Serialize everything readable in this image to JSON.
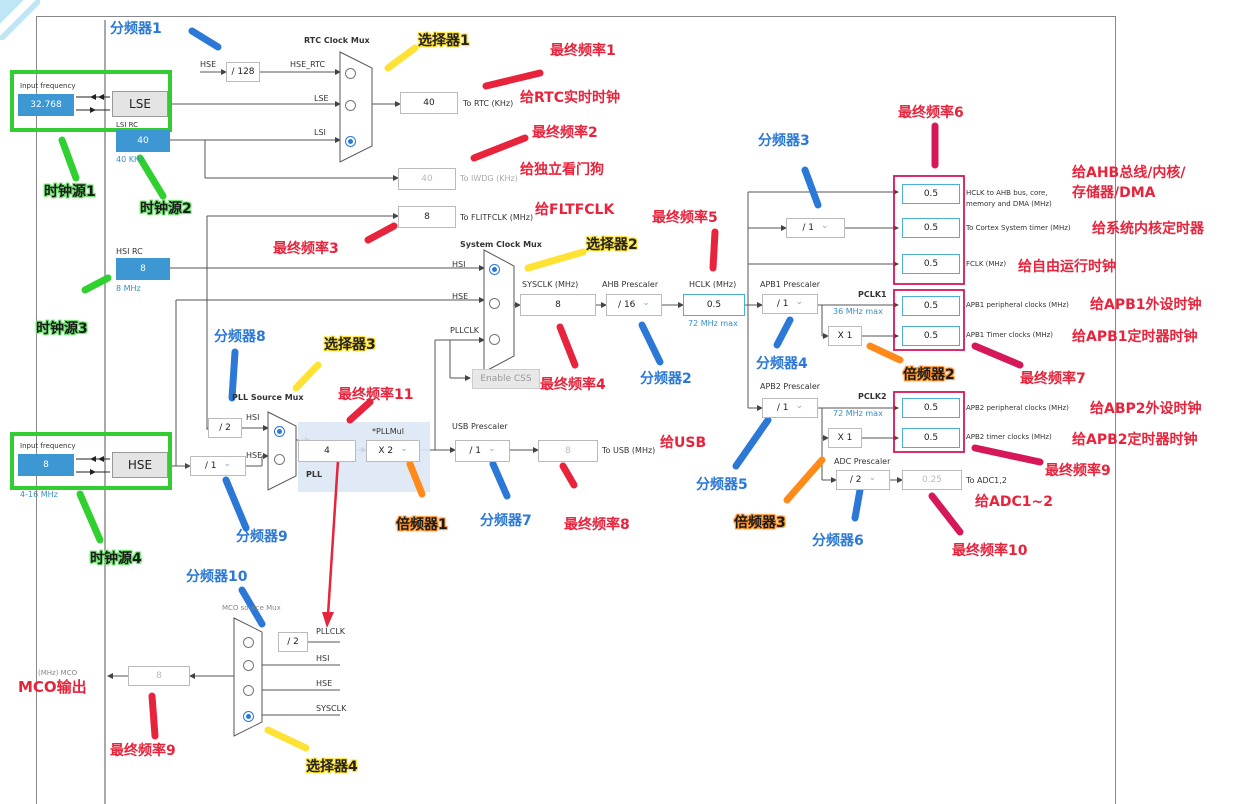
{
  "chip": {
    "rtc_mux_title": "RTC Clock Mux",
    "sys_mux_title": "System Clock Mux",
    "pll_source_title": "PLL Source Mux",
    "mco_title": "MCO source Mux",
    "hse_lbl": "HSE",
    "hse_rtc_lbl": "HSE_RTC",
    "lse_lbl": "LSE",
    "lsi_lbl": "LSI",
    "hsi_lbl": "HSI",
    "pllclk_lbl": "PLLCLK",
    "sysclk_lbl": "SYSCLK",
    "div128": "/ 128",
    "rtc_val": "40",
    "rtc_out": "To RTC (KHz)",
    "iwdg_val": "40",
    "iwdg_out": "To IWDG (KHz)",
    "flit_val": "8",
    "flit_out": "To FLITFCLK (MHz)",
    "lse_in_title": "Input frequency",
    "lse_in_val": "32.768",
    "lse_name": "LSE",
    "lsi_title": "LSI RC",
    "lsi_val": "40",
    "lsi_unit": "40 KHz",
    "hsi_title": "HSI RC",
    "hsi_val": "8",
    "hsi_unit": "8 MHz",
    "hse_in_title": "Input frequency",
    "hse_in_val": "8",
    "hse_name": "HSE",
    "hse_unit": "4-16 MHz",
    "sysclk_title": "SYSCLK (MHz)",
    "sysclk_val": "8",
    "ahb_title": "AHB Prescaler",
    "ahb_val": "/ 16",
    "hclk_title": "HCLK (MHz)",
    "hclk_val": "0.5",
    "hclk_max": "72 MHz max",
    "enable_css": "Enable CSS",
    "apb1_title": "APB1 Prescaler",
    "apb1_val": "/ 1",
    "pclk1": "PCLK1",
    "pclk1_max": "36 MHz max",
    "apb1_mul": "X 1",
    "apb2_title": "APB2 Prescaler",
    "apb2_val": "/ 1",
    "pclk2": "PCLK2",
    "pclk2_max": "72 MHz max",
    "apb2_mul": "X 1",
    "adc_title": "ADC Prescaler",
    "adc_val": "/ 2",
    "adc_out_val": "0.25",
    "adc_out": "To ADC1,2",
    "top_div": "/ 1",
    "hclk_out_val": "0.5",
    "hclk_out": "HCLK to AHB bus, core, memory and DMA (MHz)",
    "cortex_val": "0.5",
    "cortex_out": "To Cortex System timer (MHz)",
    "fclk_val": "0.5",
    "fclk_out": "FCLK (MHz)",
    "apb1p_val": "0.5",
    "apb1p_out": "APB1 peripheral clocks (MHz)",
    "apb1t_val": "0.5",
    "apb1t_out": "APB1 Timer clocks (MHz)",
    "apb2p_val": "0.5",
    "apb2p_out": "APB2 peripheral clocks (MHz)",
    "apb2t_val": "0.5",
    "apb2t_out": "APB2 timer clocks (MHz)",
    "pll_div": "/ 2",
    "pll_val": "4",
    "pllmul_title": "*PLLMul",
    "pllmul_val": "X 2",
    "pll_lbl": "PLL",
    "hse_div": "/ 1",
    "usb_title": "USB Prescaler",
    "usb_div": "/ 1",
    "usb_val": "8",
    "usb_out": "To USB (MHz)",
    "mco_div": "/ 2",
    "mco_val": "8",
    "mco_out": "(MHz) MCO"
  },
  "ann": {
    "div1": "分频器1",
    "sel1": "选择器1",
    "fin1": "最终频率1",
    "to_rtc": "给RTC实时时钟",
    "fin2": "最终频率2",
    "to_iwdg": "给独立看门狗",
    "fltf": "给FLTFCLK",
    "fin3": "最终频率3",
    "fin5": "最终频率5",
    "sel2": "选择器2",
    "fin4": "最终频率4",
    "div2": "分频器2",
    "div3": "分频器3",
    "fin6": "最终频率6",
    "to_ahb1": "给AHB总线/内核/",
    "to_ahb2": "存储器/DMA",
    "to_systick": "给系统内核定时器",
    "to_fclk": "给自由运行时钟",
    "to_apb1p": "给APB1外设时钟",
    "to_apb1t": "给APB1定时器时钟",
    "mul2": "倍频器2",
    "fin7": "最终频率7",
    "div4": "分频器4",
    "to_apb2p": "给ABP2外设时钟",
    "to_apb2t": "给APB2定时器时钟",
    "fin9b": "最终频率9",
    "div5": "分频器5",
    "mul3": "倍频器3",
    "div6": "分频器6",
    "to_adc": "给ADC1~2",
    "fin10": "最终频率10",
    "src1": "时钟源1",
    "src2": "时钟源2",
    "src3": "时钟源3",
    "src4": "时钟源4",
    "div8": "分频器8",
    "sel3": "选择器3",
    "fin11": "最终频率11",
    "mul1": "倍频器1",
    "div7": "分频器7",
    "fin8": "最终频率8",
    "to_usb": "给USB",
    "div9": "分频器9",
    "div10": "分频器10",
    "mco": "MCO输出",
    "fin9": "最终频率9",
    "sel4": "选择器4"
  },
  "colors": {
    "red": "#e8233c",
    "blue": "#2b78d6",
    "yellow": "#ffe233",
    "green": "#30d030",
    "orange": "#ff8a1a",
    "crimson": "#d6185a",
    "source": "#3c97d3"
  }
}
